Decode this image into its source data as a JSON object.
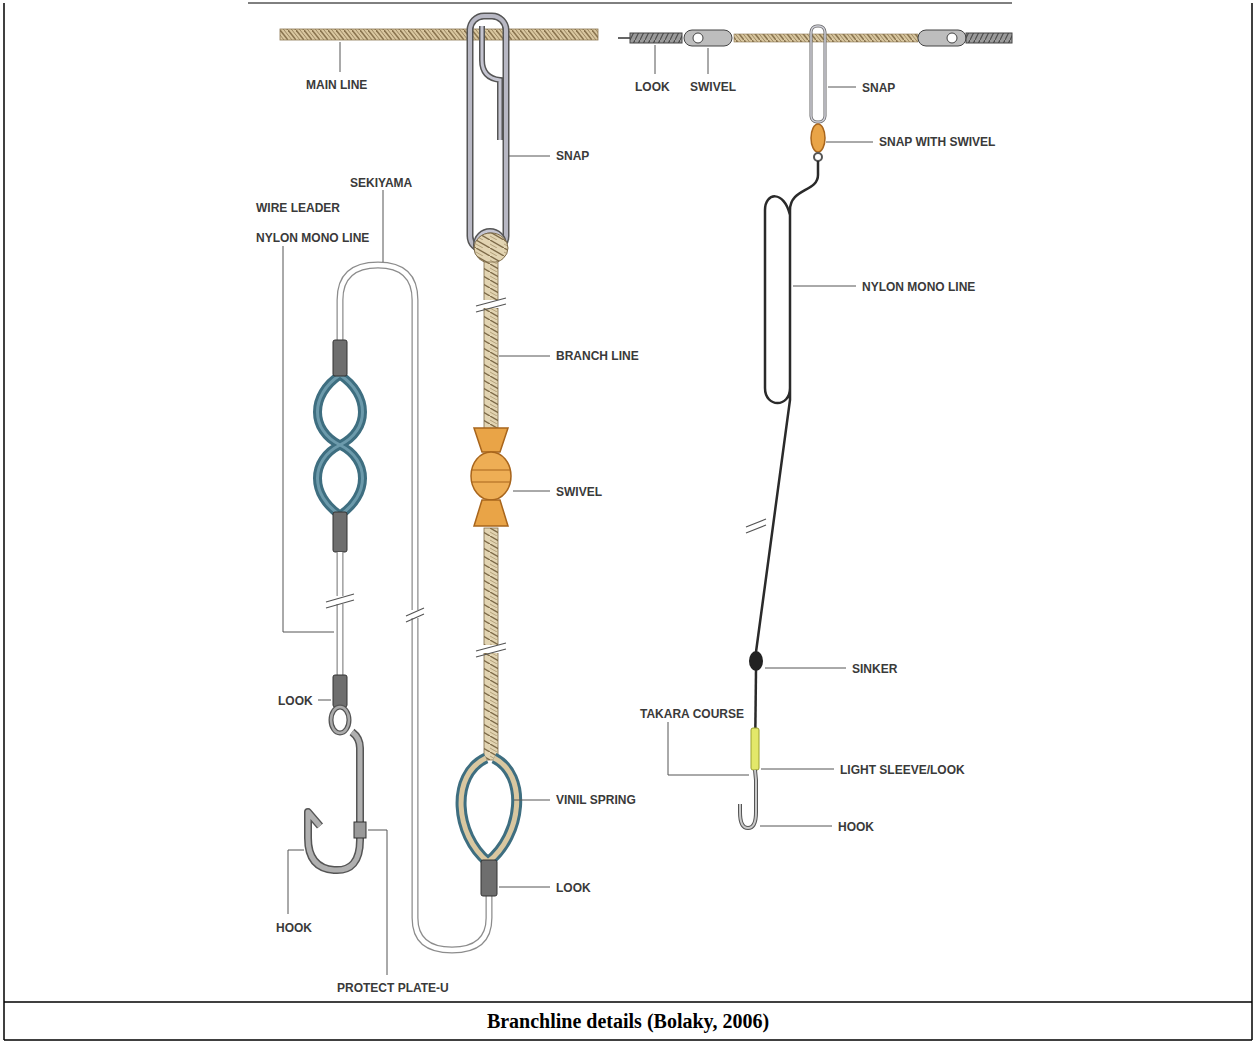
{
  "diagram": {
    "caption": "Branchline details (Bolaky, 2006)",
    "labels": [
      "MAIN LINE",
      "SNAP",
      "SEKIYAMA",
      "WIRE LEADER",
      "NYLON MONO LINE",
      "BRANCH LINE",
      "SWIVEL",
      "LOOK",
      "VINIL SPRING",
      "LOOK",
      "HOOK",
      "PROTECT PLATE-U",
      "LOOK",
      "SWIVEL",
      "SNAP",
      "SNAP WITH SWIVEL",
      "NYLON MONO LINE",
      "SINKER",
      "TAKARA COURSE",
      "LIGHT SLEEVE/LOOK",
      "HOOK"
    ]
  }
}
